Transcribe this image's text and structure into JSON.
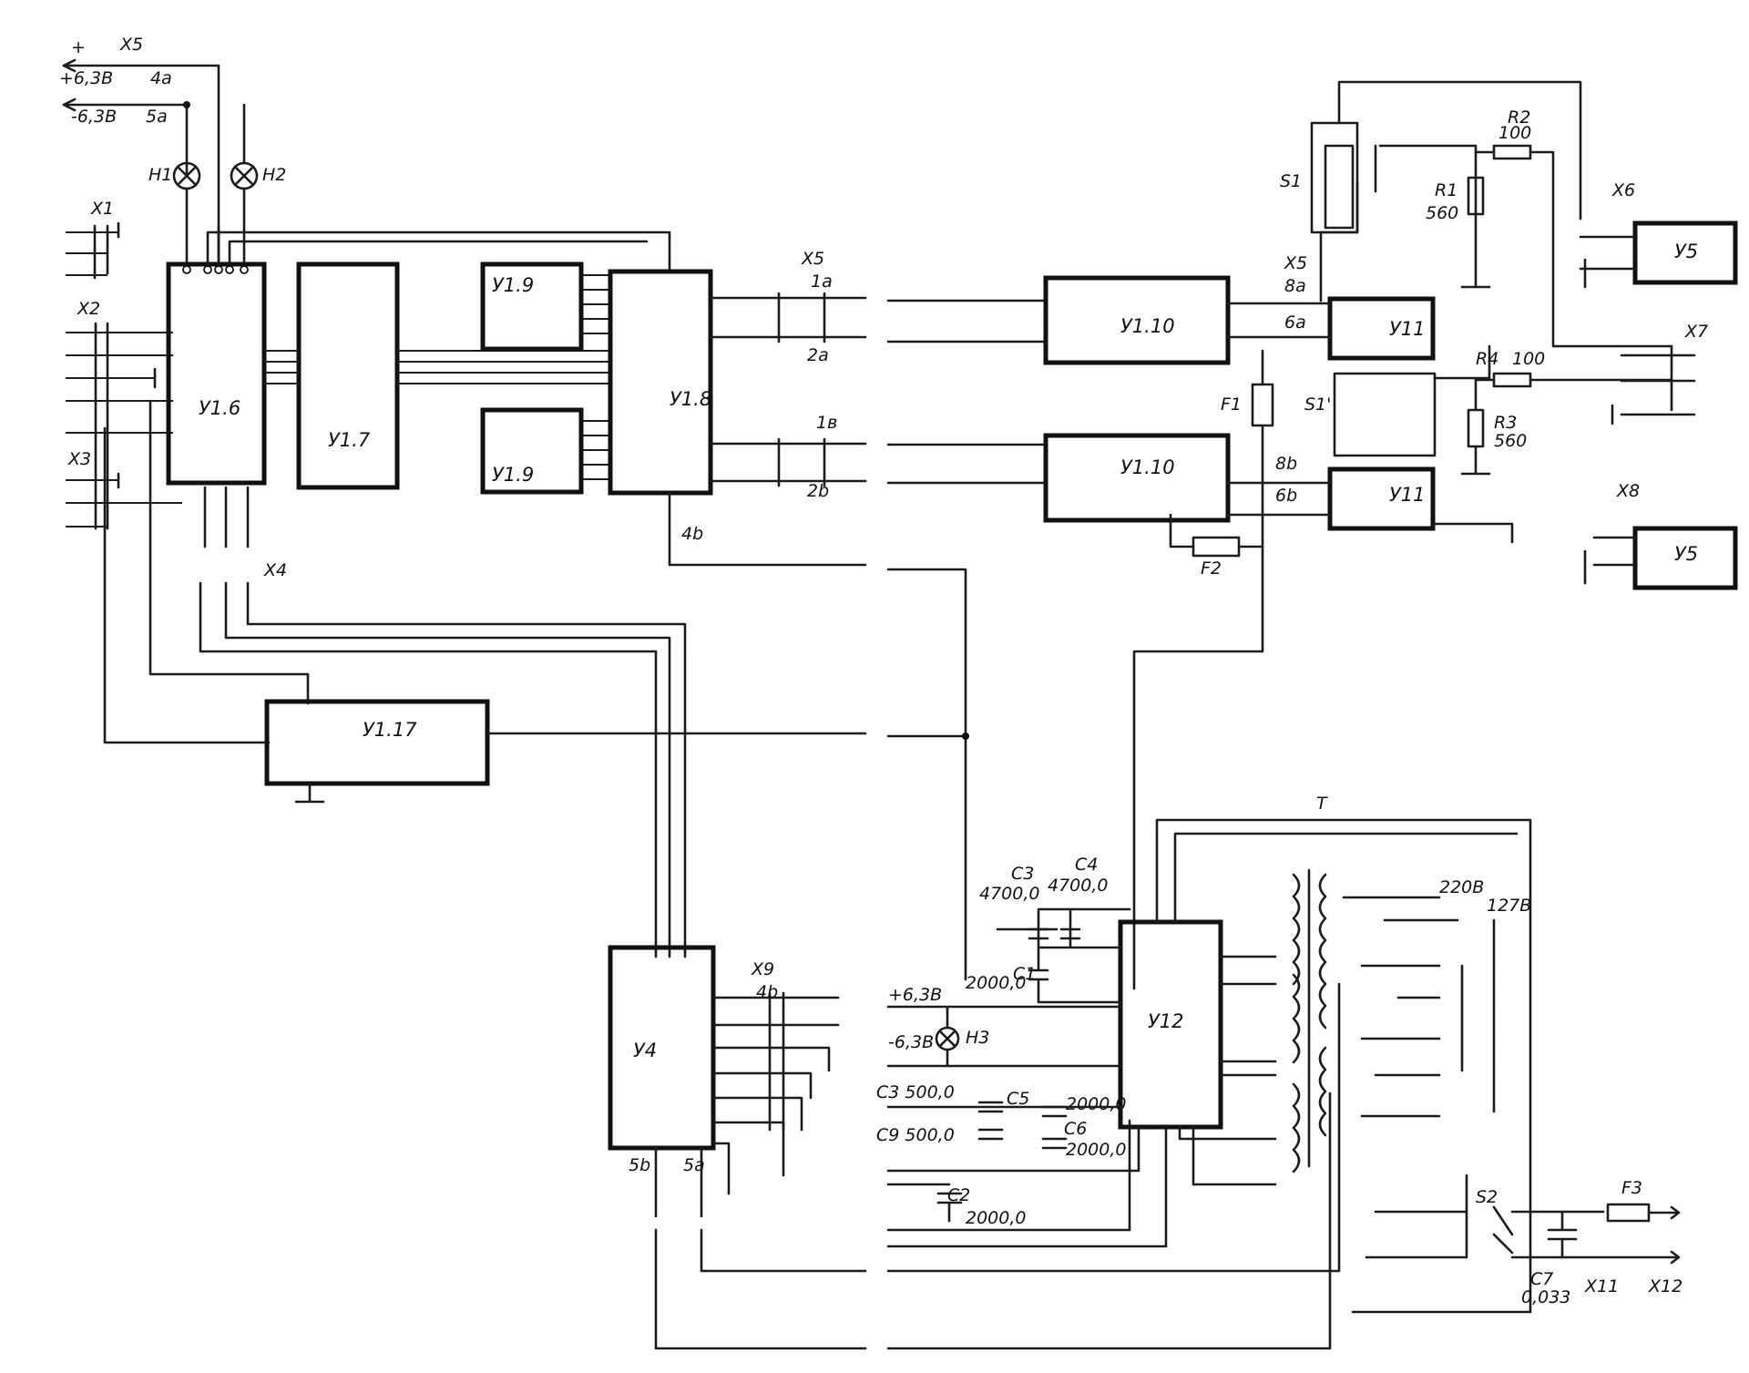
{
  "labels": {
    "plus_rail": "+6,3В",
    "minus_rail": "-6,3В",
    "plus_sign": "+",
    "x5": "X5",
    "x5_4a": "4a",
    "x5_5a": "5a",
    "h1": "H1",
    "h2": "H2",
    "h3": "H3",
    "x1": "X1",
    "x2": "X2",
    "x3": "X3",
    "x4": "X4",
    "x6": "X6",
    "x7": "X7",
    "x8": "X8",
    "x9": "X9",
    "x11": "X11",
    "x12": "X12",
    "x5_1a": "1a",
    "x5_2a": "2a",
    "x5_1b": "1в",
    "x5_2b": "2b",
    "x5_4b": "4b",
    "x5_8a": "8a",
    "x5_6a": "6a",
    "x5_8b": "8b",
    "x5_6b": "6b",
    "x5_5b": "5b",
    "x5_5a_bottom": "5a",
    "x9_4b": "4b",
    "s1": "S1",
    "s1_prime": "S1'",
    "s2": "S2",
    "f1": "F1",
    "f2": "F2",
    "f3": "F3",
    "t": "T",
    "v220": "220В",
    "v127": "127В",
    "r1": "R1",
    "r1_val": "560",
    "r2": "R2",
    "r2_val": "100",
    "r3": "R3",
    "r3_val": "560",
    "r4": "R4",
    "r4_val": "100",
    "c1": "C1",
    "c1_val": "2000,0",
    "c2": "C2",
    "c2_val": "2000,0",
    "c3": "C3",
    "c3_val": "4700,0",
    "c4": "C4",
    "c4_val": "4700,0",
    "c5": "C5",
    "c5_val": "2000,0",
    "c6": "C6",
    "c6_val": "2000,0",
    "c7": "C7",
    "c7_val": "0,033",
    "c3_500": "C3 500,0",
    "c9_500": "C9 500,0",
    "plus_63_bottom": "+6,3В",
    "minus_63_bottom": "-6,3В"
  },
  "blocks": {
    "u16": "У1.6",
    "u17": "У1.7",
    "u18": "У1.8",
    "u19a": "У1.9",
    "u19b": "У1.9",
    "u110a": "У1.10",
    "u110b": "У1.10",
    "u117": "У1.17",
    "u11a": "У11",
    "u11b": "У11",
    "u5a": "У5",
    "u5b": "У5",
    "u4": "У4",
    "u12": "У12"
  }
}
